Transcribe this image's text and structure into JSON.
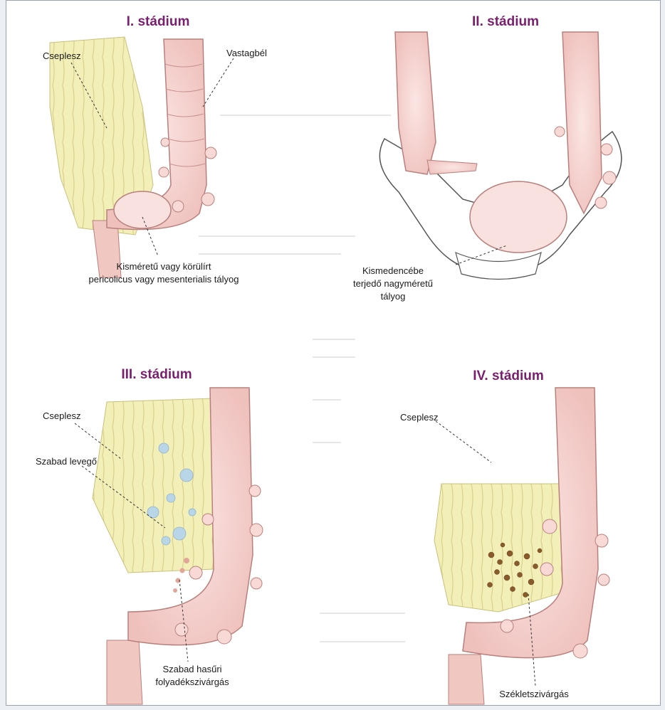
{
  "colors": {
    "stage_title": "#7a1f6e",
    "omentum_fill": "#f3efb8",
    "colon_fill": "#f6d2d0",
    "colon_stroke": "#b8807c",
    "abscess_fill": "#f8e1de",
    "air_bubble": "#b9d6e8",
    "stool": "#8b5a2b",
    "pelvis_stroke": "#555555",
    "panel_border": "#9aa3ad",
    "page_background": "#eceff3"
  },
  "stages": [
    {
      "title": "I. stádium",
      "labels": {
        "omentum": "Cseplesz",
        "colon": "Vastagbél",
        "abscess_line1": "Kisméretű vagy körülírt",
        "abscess_line2": "pericolicus vagy mesenterialis tályog"
      }
    },
    {
      "title": "II. stádium",
      "labels": {
        "abscess_line1": "Kismedencébe",
        "abscess_line2": "terjedő nagyméretű",
        "abscess_line3": "tályog"
      }
    },
    {
      "title": "III. stádium",
      "labels": {
        "omentum": "Cseplesz",
        "free_air": "Szabad levegő",
        "fluid_line1": "Szabad hasűri",
        "fluid_line2": "folyadékszivárgás"
      }
    },
    {
      "title": "IV. stádium",
      "labels": {
        "omentum": "Cseplesz",
        "stool": "Székletszivárgás"
      }
    }
  ]
}
